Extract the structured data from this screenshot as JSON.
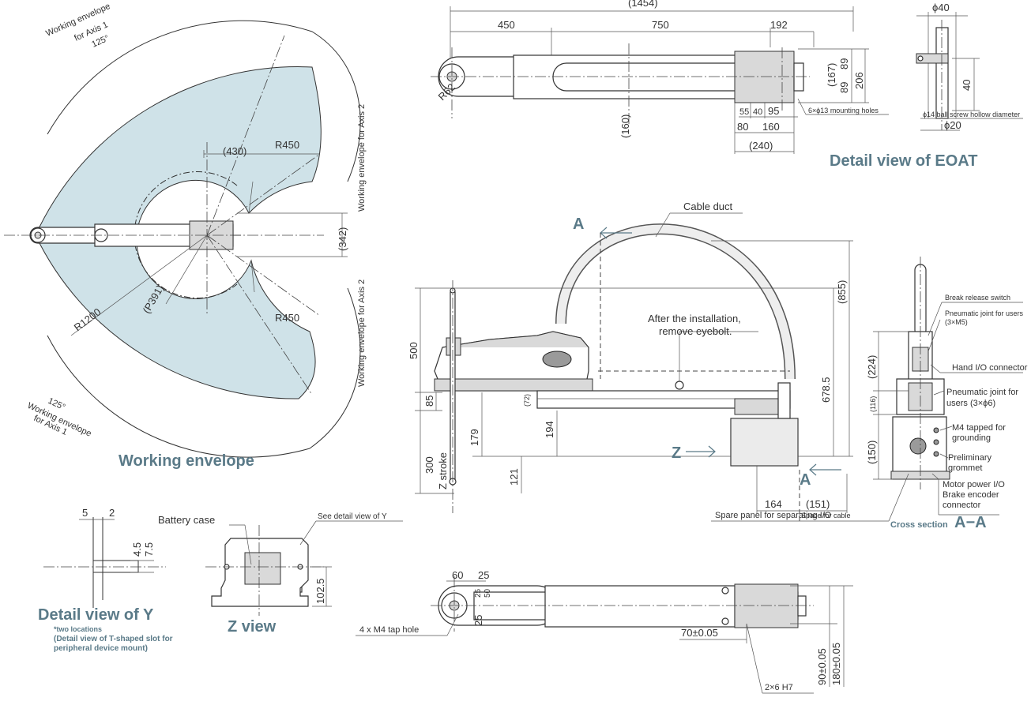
{
  "titles": {
    "working_envelope": "Working envelope",
    "detail_eoat": "Detail view of EOAT",
    "detail_y": "Detail view of Y",
    "detail_y_note1": "*two locations",
    "detail_y_note2": "(Detail view of T-shaped slot for",
    "detail_y_note3": "peripheral device mount)",
    "z_view": "Z view",
    "cross_section_prefix": "Cross section",
    "cross_section_label": "A−A"
  },
  "envelope": {
    "axis1_top_l1": "Working envelope",
    "axis1_top_l2": "for Axis 1",
    "axis1_top_l3": "125°",
    "axis1_bot_l1": "125°",
    "axis1_bot_l2": "Working envelope",
    "axis1_bot_l3": "for Axis 1",
    "axis2_upper": "Working envelope for Axis 2",
    "axis2_lower": "Working envelope for Axis 2",
    "d430": "(430)",
    "r450a": "R450",
    "r450b": "R450",
    "d342": "(342)",
    "p391": "(P391)",
    "r1200": "R1200"
  },
  "top_view": {
    "d1454": "(1454)",
    "d450": "450",
    "d750": "750",
    "d192": "192",
    "r62": "R62",
    "d160v": "(160)",
    "d167": "(167)",
    "d89a": "89",
    "d89b": "89",
    "d206": "206",
    "d55": "55",
    "d40": "40",
    "d95": "95",
    "d80": "80",
    "d160": "160",
    "d240": "(240)",
    "holes": "6×ϕ13 mounting holes"
  },
  "eoat": {
    "phi40": "ϕ40",
    "d40": "40",
    "hollow": "ϕ14 ball screw hollow diameter",
    "phi20": "ϕ20"
  },
  "side_view": {
    "cable_duct": "Cable duct",
    "eyebolt1": "After the installation,",
    "eyebolt2": "remove eyebolt.",
    "A_top": "A",
    "A_bot": "A",
    "Z": "Z",
    "d500": "500",
    "d85": "85",
    "d72": "(72)",
    "d300": "300",
    "zstroke": "Z stroke",
    "d179": "179",
    "d194": "194",
    "d121": "121",
    "d6785": "678.5",
    "d855": "(855)",
    "d164": "164",
    "d151": "(151)",
    "space": "Space for cable",
    "spare": "Spare panel for separating I/O"
  },
  "cross": {
    "brake": "Break release switch",
    "pneu1a": "Pneumatic joint for users",
    "pneu1b": "(3×M5)",
    "handio": "Hand I/O connector",
    "pneu2a": "Pneumatic joint for",
    "pneu2b": "users (3×ϕ6)",
    "m4a": "M4 tapped for",
    "m4b": "grounding",
    "grom1": "Preliminary",
    "grom2": "grommet",
    "motor1": "Motor power I/O",
    "motor2": "Brake encoder",
    "motor3": "connector",
    "d224": "(224)",
    "d116": "(116)",
    "d150": "(150)"
  },
  "detail_y": {
    "d5": "5",
    "d2": "2",
    "d45": "4.5",
    "d75": "7.5"
  },
  "z_view": {
    "battery": "Battery case",
    "see_y": "See detail view of Y",
    "d1025": "102.5"
  },
  "bottom_view": {
    "d60": "60",
    "d25a": "25",
    "d25b": "25",
    "d50": "50",
    "d25c": "25",
    "tap": "4 x M4 tap hole",
    "d70": "70±0.05",
    "d90": "90±0.05",
    "d180": "180±0.05",
    "h7": "2×6 H7"
  }
}
